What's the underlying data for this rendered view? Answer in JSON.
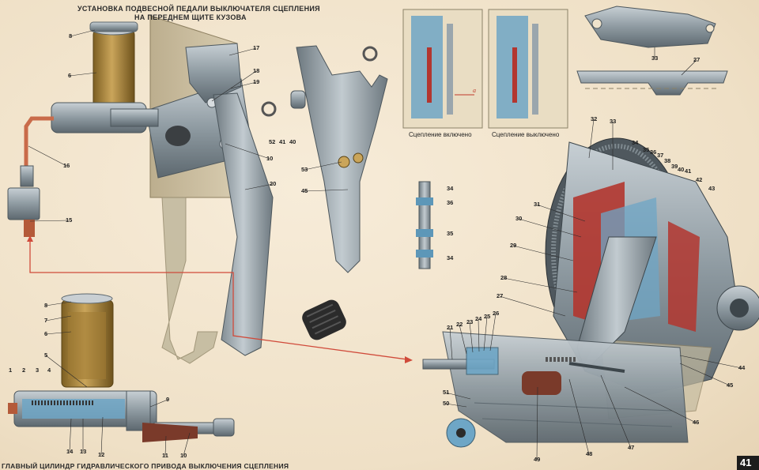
{
  "titles": {
    "pedal_mount_line1": "УСТАНОВКА ПОДВЕСНОЙ ПЕДАЛИ ВЫКЛЮЧАТЕЛЯ СЦЕПЛЕНИЯ",
    "pedal_mount_line2": "НА ПЕРЕДНЕМ ЩИТЕ КУЗОВА",
    "master_cylinder": "ГЛАВНЫЙ ЦИЛИНДР ГИДРАВЛИЧЕСКОГО ПРИВОДА ВЫКЛЮЧЕНИЯ СЦЕПЛЕНИЯ"
  },
  "captions": {
    "engaged": "Сцепление включено",
    "disengaged": "Сцепление выключено",
    "gap_letter": "а"
  },
  "page_number": "41",
  "colors": {
    "background": "#f1e4cc",
    "metal": "#9aa6ad",
    "metal_dark": "#5f6b72",
    "brass": "#b08a3e",
    "red_section": "#b3362f",
    "blue_section": "#5d97b8",
    "pipe": "#c96b4a",
    "link_line": "#d04a3a"
  },
  "labels": [
    {
      "id": "l8a",
      "text": "8"
    },
    {
      "id": "l6a",
      "text": "6"
    },
    {
      "id": "l16",
      "text": "16"
    },
    {
      "id": "l15",
      "text": "15"
    },
    {
      "id": "l17",
      "text": "17"
    },
    {
      "id": "l18",
      "text": "18"
    },
    {
      "id": "l19",
      "text": "19"
    },
    {
      "id": "l10a",
      "text": "10"
    },
    {
      "id": "l20",
      "text": "20"
    },
    {
      "id": "l52",
      "text": "52"
    },
    {
      "id": "l41a",
      "text": "41"
    },
    {
      "id": "l40a",
      "text": "40"
    },
    {
      "id": "l53",
      "text": "53"
    },
    {
      "id": "l45a",
      "text": "45"
    },
    {
      "id": "l33a",
      "text": "33"
    },
    {
      "id": "l27a",
      "text": "27"
    },
    {
      "id": "l34a",
      "text": "34"
    },
    {
      "id": "l36a",
      "text": "36"
    },
    {
      "id": "l35a",
      "text": "35"
    },
    {
      "id": "l34b",
      "text": "34"
    },
    {
      "id": "l32",
      "text": "32"
    },
    {
      "id": "l33b",
      "text": "33"
    },
    {
      "id": "l34c",
      "text": "34"
    },
    {
      "id": "l35b",
      "text": "35"
    },
    {
      "id": "l36b",
      "text": "36"
    },
    {
      "id": "l37",
      "text": "37"
    },
    {
      "id": "l38",
      "text": "38"
    },
    {
      "id": "l39",
      "text": "39"
    },
    {
      "id": "l40b",
      "text": "40"
    },
    {
      "id": "l41b",
      "text": "41"
    },
    {
      "id": "l42",
      "text": "42"
    },
    {
      "id": "l43",
      "text": "43"
    },
    {
      "id": "l31",
      "text": "31"
    },
    {
      "id": "l30",
      "text": "30"
    },
    {
      "id": "l29",
      "text": "29"
    },
    {
      "id": "l28",
      "text": "28"
    },
    {
      "id": "l27b",
      "text": "27"
    },
    {
      "id": "l21",
      "text": "21"
    },
    {
      "id": "l22",
      "text": "22"
    },
    {
      "id": "l23",
      "text": "23"
    },
    {
      "id": "l24",
      "text": "24"
    },
    {
      "id": "l25",
      "text": "25"
    },
    {
      "id": "l26",
      "text": "26"
    },
    {
      "id": "l44",
      "text": "44"
    },
    {
      "id": "l45b",
      "text": "45"
    },
    {
      "id": "l46",
      "text": "46"
    },
    {
      "id": "l47",
      "text": "47"
    },
    {
      "id": "l48",
      "text": "48"
    },
    {
      "id": "l49",
      "text": "49"
    },
    {
      "id": "l51",
      "text": "51"
    },
    {
      "id": "l50",
      "text": "50"
    },
    {
      "id": "l8b",
      "text": "8"
    },
    {
      "id": "l7",
      "text": "7"
    },
    {
      "id": "l6b",
      "text": "6"
    },
    {
      "id": "l5",
      "text": "5"
    },
    {
      "id": "l1",
      "text": "1"
    },
    {
      "id": "l2",
      "text": "2"
    },
    {
      "id": "l3",
      "text": "3"
    },
    {
      "id": "l4",
      "text": "4"
    },
    {
      "id": "l9",
      "text": "9"
    },
    {
      "id": "l14",
      "text": "14"
    },
    {
      "id": "l13",
      "text": "13"
    },
    {
      "id": "l12",
      "text": "12"
    },
    {
      "id": "l11",
      "text": "11"
    },
    {
      "id": "l10b",
      "text": "10"
    }
  ]
}
